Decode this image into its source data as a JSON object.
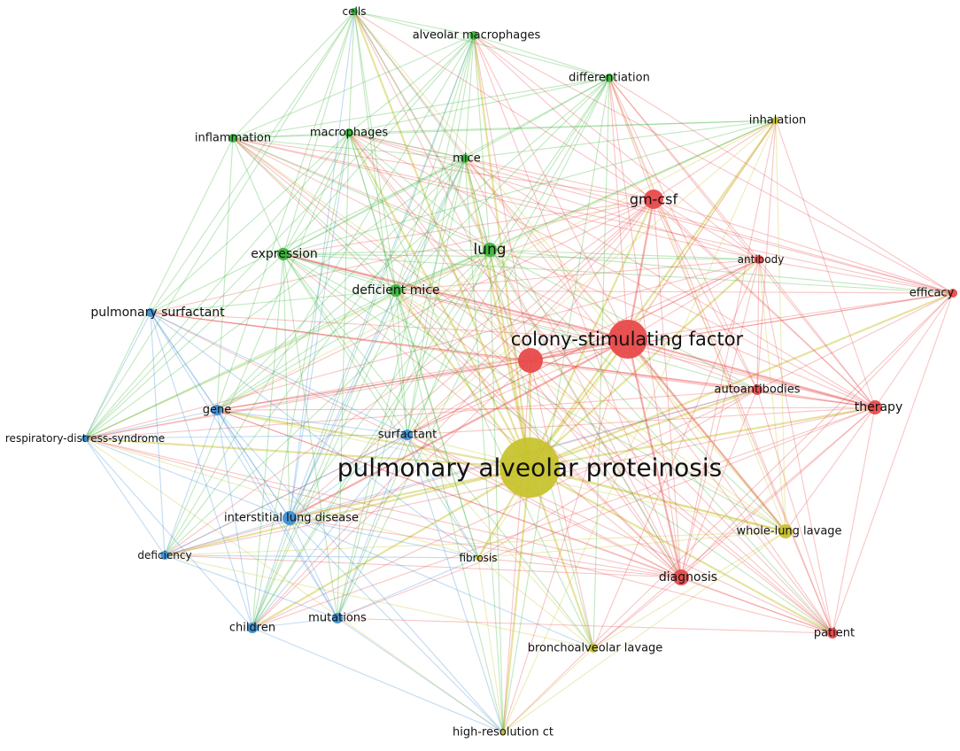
{
  "clusters": {
    "red": "#e84a4a",
    "green": "#3cb53c",
    "blue": "#3d8fd6",
    "yellow": "#c7c22a"
  },
  "nodes": [
    {
      "id": "pap",
      "label": "pulmonary alveolar proteinosis",
      "cluster": "yellow",
      "weight": 10
    },
    {
      "id": "csf",
      "label": "colony-stimulating factor",
      "cluster": "red",
      "weight": 7
    },
    {
      "id": "csf2",
      "label": "",
      "cluster": "red",
      "weight": 4
    },
    {
      "id": "gmcsf",
      "label": "gm-csf",
      "cluster": "red",
      "weight": 4
    },
    {
      "id": "antibody",
      "label": "antibody",
      "cluster": "red",
      "weight": 2
    },
    {
      "id": "efficacy",
      "label": "efficacy",
      "cluster": "red",
      "weight": 2
    },
    {
      "id": "autoantibodies",
      "label": "autoantibodies",
      "cluster": "red",
      "weight": 2
    },
    {
      "id": "therapy",
      "label": "therapy",
      "cluster": "red",
      "weight": 2.5
    },
    {
      "id": "diagnosis",
      "label": "diagnosis",
      "cluster": "red",
      "weight": 2.5
    },
    {
      "id": "patient",
      "label": "patient",
      "cluster": "red",
      "weight": 2
    },
    {
      "id": "cells",
      "label": "cells",
      "cluster": "green",
      "weight": 2
    },
    {
      "id": "almac",
      "label": "alveolar macrophages",
      "cluster": "green",
      "weight": 2
    },
    {
      "id": "diff",
      "label": "differentiation",
      "cluster": "green",
      "weight": 2
    },
    {
      "id": "inflam",
      "label": "inflammation",
      "cluster": "green",
      "weight": 2
    },
    {
      "id": "mac",
      "label": "macrophages",
      "cluster": "green",
      "weight": 2
    },
    {
      "id": "mice",
      "label": "mice",
      "cluster": "green",
      "weight": 2
    },
    {
      "id": "lung",
      "label": "lung",
      "cluster": "green",
      "weight": 3
    },
    {
      "id": "expr",
      "label": "expression",
      "cluster": "green",
      "weight": 2.5
    },
    {
      "id": "defmice",
      "label": "deficient mice",
      "cluster": "green",
      "weight": 2
    },
    {
      "id": "inhal",
      "label": "inhalation",
      "cluster": "yellow",
      "weight": 2
    },
    {
      "id": "wll",
      "label": "whole-lung lavage",
      "cluster": "yellow",
      "weight": 2.5
    },
    {
      "id": "fibrosis",
      "label": "fibrosis",
      "cluster": "yellow",
      "weight": 1.5
    },
    {
      "id": "bal",
      "label": "bronchoalveolar lavage",
      "cluster": "yellow",
      "weight": 2
    },
    {
      "id": "hrct",
      "label": "high-resolution ct",
      "cluster": "yellow",
      "weight": 1.5
    },
    {
      "id": "pulsurf",
      "label": "pulmonary surfactant",
      "cluster": "blue",
      "weight": 2
    },
    {
      "id": "rds",
      "label": "respiratory-distress-syndrome",
      "cluster": "blue",
      "weight": 1.5
    },
    {
      "id": "gene",
      "label": "gene",
      "cluster": "blue",
      "weight": 2
    },
    {
      "id": "surf",
      "label": "surfactant",
      "cluster": "blue",
      "weight": 2
    },
    {
      "id": "ild",
      "label": "interstitial lung disease",
      "cluster": "blue",
      "weight": 2.5
    },
    {
      "id": "defic",
      "label": "deficiency",
      "cluster": "blue",
      "weight": 2
    },
    {
      "id": "children",
      "label": "children",
      "cluster": "blue",
      "weight": 2
    },
    {
      "id": "mut",
      "label": "mutations",
      "cluster": "blue",
      "weight": 2
    }
  ]
}
